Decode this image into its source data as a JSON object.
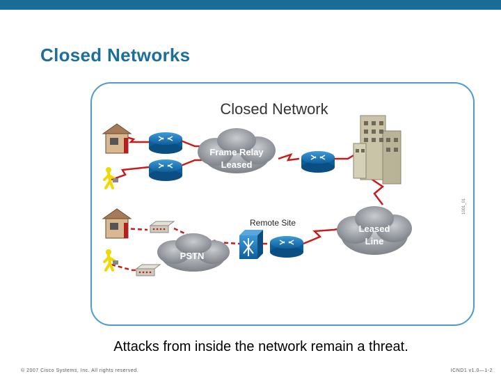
{
  "slide": {
    "title": "Closed Networks",
    "caption": "Attacks from inside the network remain a threat.",
    "footer_left": "© 2007 Cisco Systems, Inc. All rights reserved.",
    "footer_right": "ICND1 v1.0—1-2",
    "accent_color": "#1c6e9c"
  },
  "diagram": {
    "title": "Closed Network",
    "figure_id": "1001_01",
    "labels": {
      "frame_relay": "Frame Relay",
      "frame_relay_sub": "Leased",
      "remote_site": "Remote Site",
      "leased": "Leased",
      "leased_sub": "Line",
      "pstn": "PSTN"
    }
  }
}
